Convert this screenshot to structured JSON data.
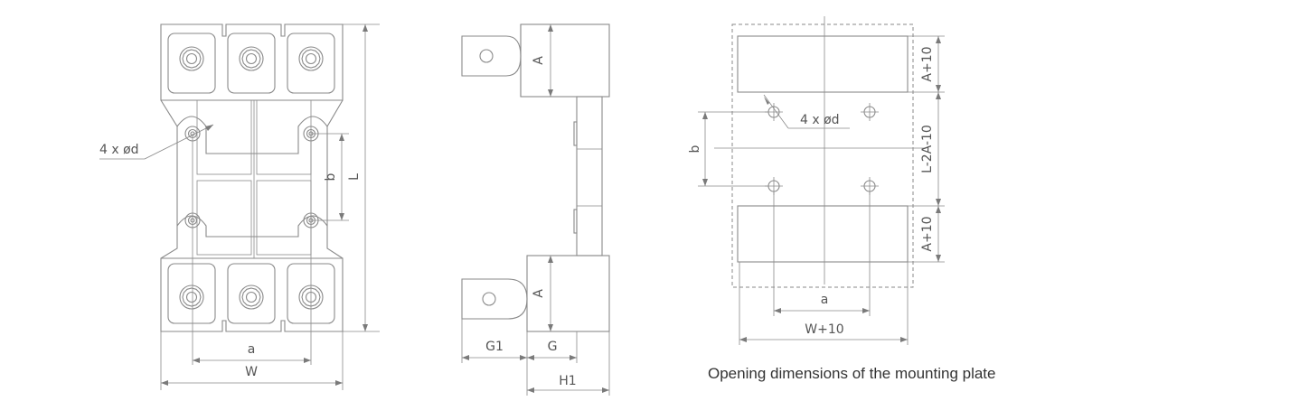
{
  "labels": {
    "hole_spec_front": "4 x ød",
    "dim_a_front": "a",
    "dim_w_front": "W",
    "dim_b_front": "b",
    "dim_l_front": "L",
    "dim_a_side_top": "A",
    "dim_a_side_bottom": "A",
    "dim_g1": "G1",
    "dim_g": "G",
    "dim_h1": "H1",
    "dim_a10_top": "A+10",
    "dim_l2a10": "L-2A-10",
    "dim_a10_bottom": "A+10",
    "dim_b_plate": "b",
    "hole_spec_plate": "4 x ød",
    "dim_a_plate": "a",
    "dim_w10": "W+10"
  },
  "caption": "Opening dimensions of the mounting plate",
  "colors": {
    "line": "#8a8a8a",
    "text": "#555555",
    "caption": "#333333"
  }
}
